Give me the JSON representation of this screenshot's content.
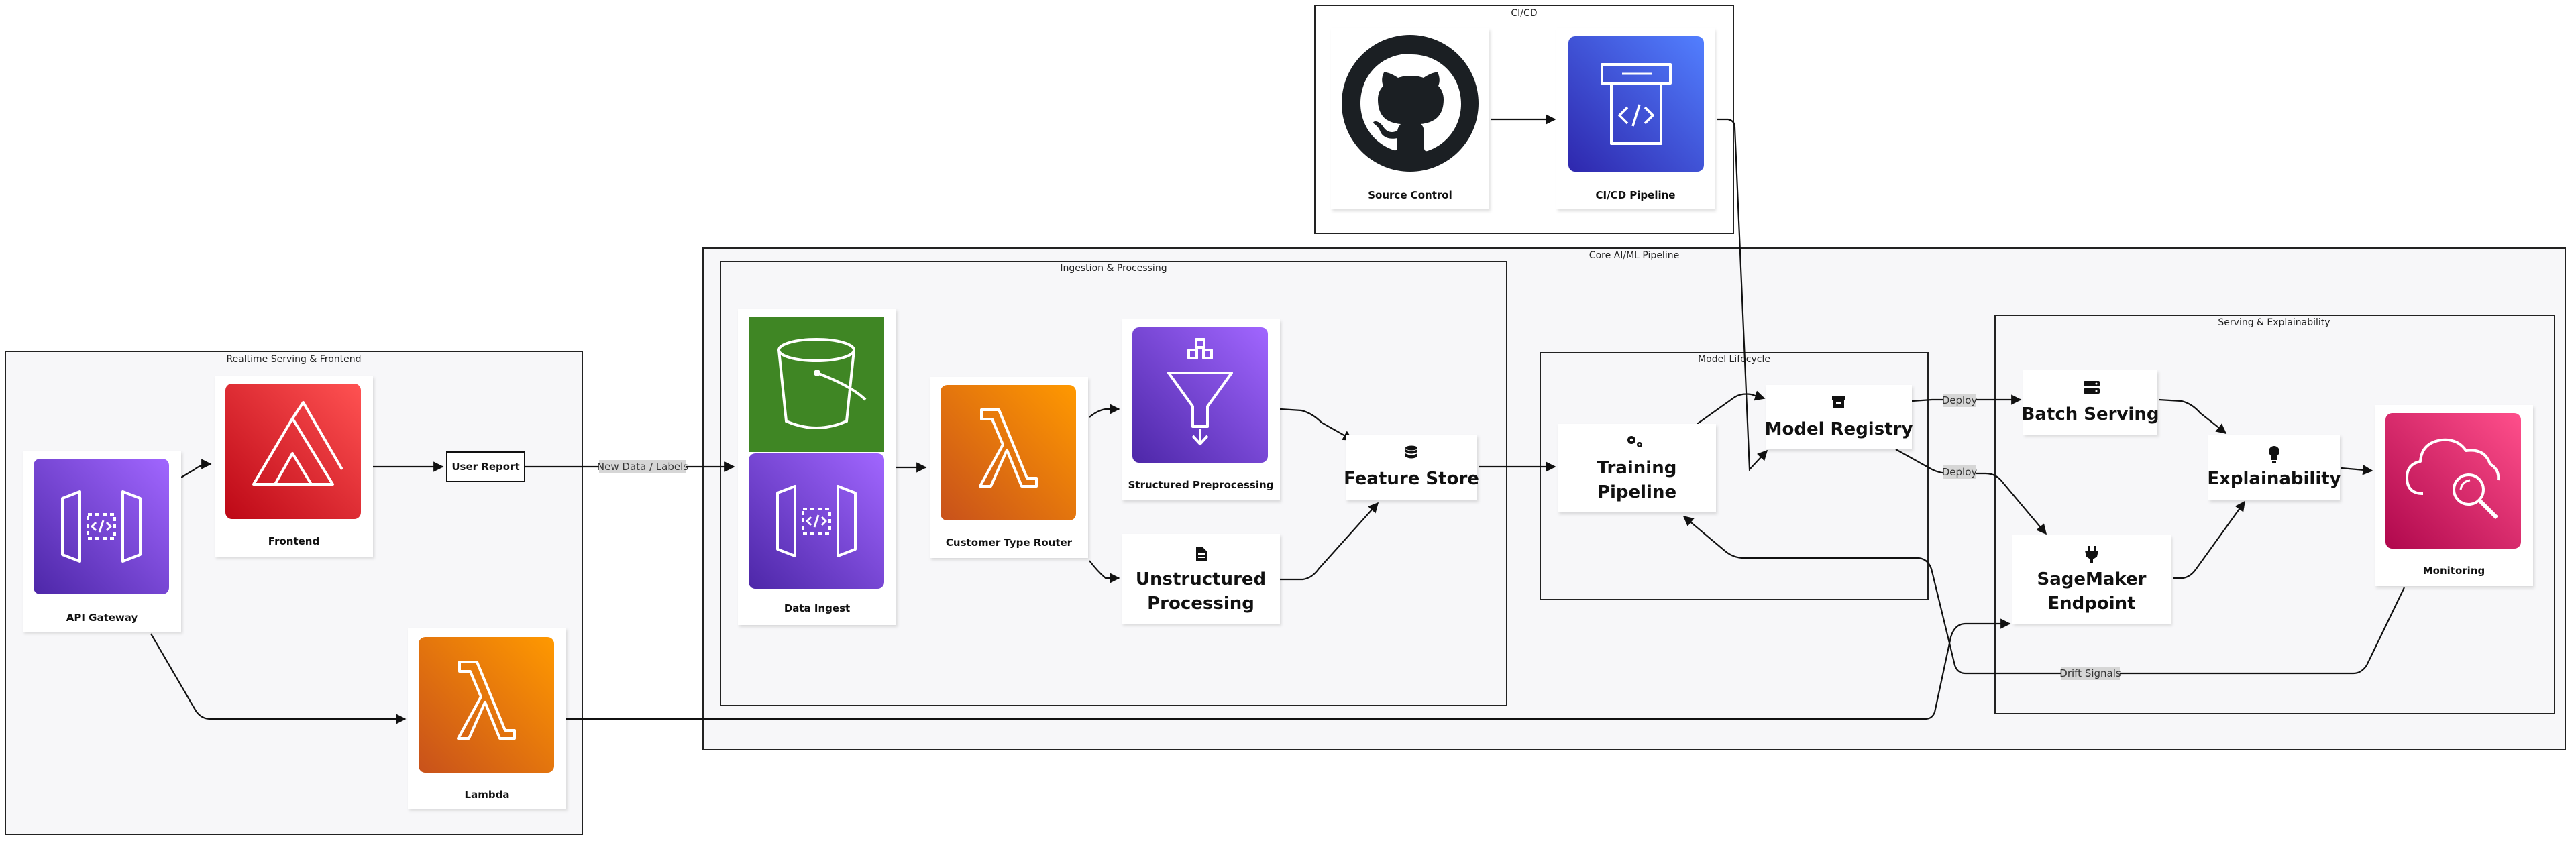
{
  "groups": {
    "cicd": "CI/CD",
    "core": "Core AI/ML Pipeline",
    "realtime": "Realtime Serving & Frontend",
    "ingestion": "Ingestion & Processing",
    "lifecycle": "Model Lifecycle",
    "serving": "Serving & Explainability"
  },
  "nodes": {
    "source_control": "Source Control",
    "cicd_pipeline": "CI/CD Pipeline",
    "api_gateway": "API Gateway",
    "frontend": "Frontend",
    "lambda": "Lambda",
    "user_report": "User Report",
    "data_ingest": "Data Ingest",
    "customer_type_router": "Customer Type Router",
    "structured_preprocessing": "Structured Preprocessing",
    "unstructured_processing": [
      "Unstructured",
      "Processing"
    ],
    "feature_store": "Feature Store",
    "training_pipeline": [
      "Training",
      "Pipeline"
    ],
    "model_registry": "Model Registry",
    "batch_serving": "Batch Serving",
    "sagemaker_endpoint": [
      "SageMaker",
      "Endpoint"
    ],
    "explainability": "Explainability",
    "monitoring": "Monitoring"
  },
  "edge_labels": {
    "new_data": "New Data / Labels",
    "deploy_batch": "Deploy",
    "deploy_endpoint": "Deploy",
    "drift": "Drift Signals"
  },
  "colors": {
    "purple": "#7B3FE4",
    "red": "#E0303F",
    "orange": "#F08A0C",
    "green": "#3F8624",
    "blue": "#3B48CC",
    "magenta": "#CC2264",
    "github": "#1b1f23"
  },
  "icons": {
    "api_gateway": "api-gateway-icon",
    "frontend": "amplify-icon",
    "lambda": "lambda-icon",
    "data_ingest_top": "s3-bucket-icon",
    "data_ingest_bottom": "api-gateway-icon",
    "customer_type_router": "lambda-icon",
    "structured_preprocessing": "funnel-icon",
    "unstructured_processing": "document-icon",
    "feature_store": "database-icon",
    "training_pipeline": "gears-icon",
    "model_registry": "archive-icon",
    "batch_serving": "server-icon",
    "sagemaker_endpoint": "plug-icon",
    "explainability": "lightbulb-icon",
    "source_control": "github-icon",
    "cicd_pipeline": "codepipeline-icon",
    "monitoring": "cloud-search-icon"
  }
}
